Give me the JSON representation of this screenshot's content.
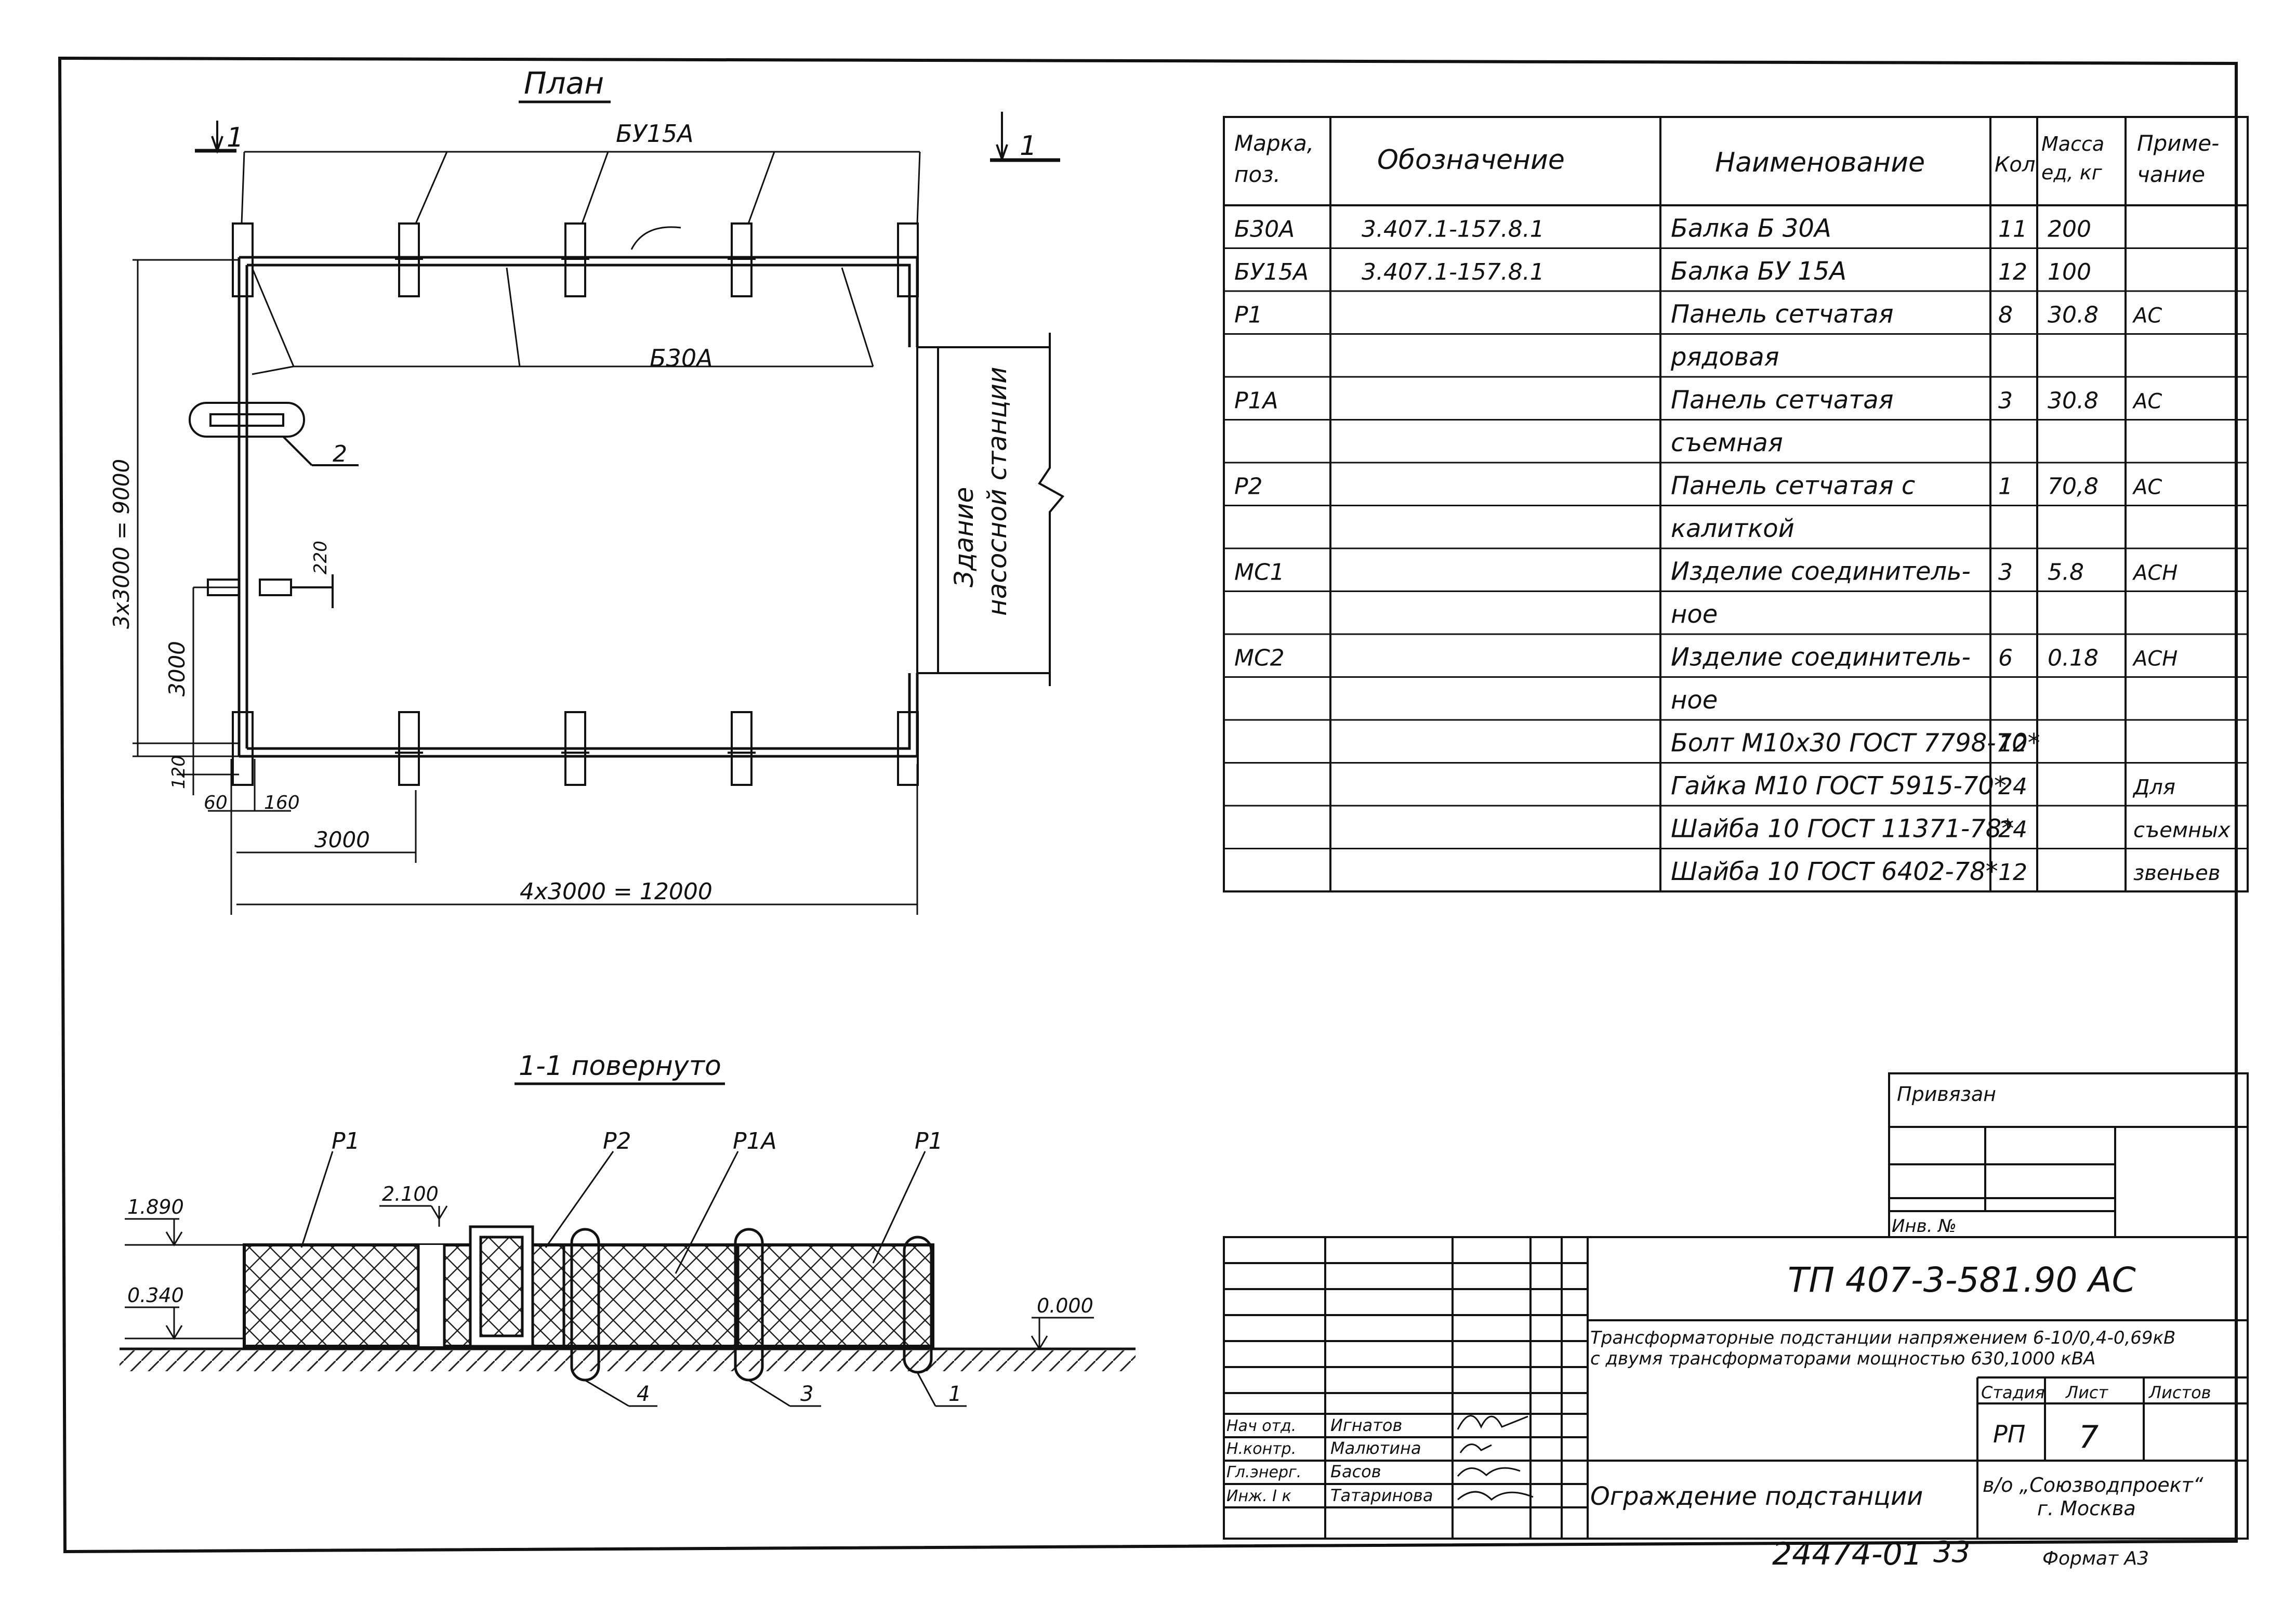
{
  "plan": {
    "title": "План",
    "section_mark": "1",
    "beam_label_top": "БУ15А",
    "beam_label_mid": "Б30А",
    "building_label_1": "Здание",
    "building_label_2": "насосной станции",
    "item_callout": "2",
    "dim_vertical_total": "3x3000 = 9000",
    "dim_vertical_part": "3000",
    "dim_220": "220",
    "dim_120": "120",
    "dim_60": "60",
    "dim_160": "160",
    "dim_3000": "3000",
    "dim_horizontal_total": "4x3000 = 12000"
  },
  "section": {
    "title": "1-1 повернуто",
    "label_p1_left": "Р1",
    "label_p2": "Р2",
    "label_p1a": "Р1А",
    "label_p1_right": "Р1",
    "elev_1890": "1.890",
    "elev_2100": "2.100",
    "elev_0340": "0.340",
    "elev_0000": "0.000",
    "callout_4": "4",
    "callout_3": "3",
    "callout_1": "1"
  },
  "spec_table": {
    "headers": [
      "Марка, поз.",
      "Обозначение",
      "Наименование",
      "Кол",
      "Масса ед, кг",
      "Приме- чание"
    ],
    "rows": [
      [
        "Б30А",
        "3.407.1-157.8.1",
        "Балка Б 30А",
        "11",
        "200",
        ""
      ],
      [
        "БУ15А",
        "3.407.1-157.8.1",
        "Балка БУ 15А",
        "12",
        "100",
        ""
      ],
      [
        "Р1",
        "",
        "Панель сетчатая",
        "8",
        "30.8",
        "АС"
      ],
      [
        "",
        "",
        "рядовая",
        "",
        "",
        ""
      ],
      [
        "Р1А",
        "",
        "Панель сетчатая",
        "3",
        "30.8",
        "АС"
      ],
      [
        "",
        "",
        "съемная",
        "",
        "",
        ""
      ],
      [
        "Р2",
        "",
        "Панель сетчатая с",
        "1",
        "70,8",
        "АС"
      ],
      [
        "",
        "",
        "калиткой",
        "",
        "",
        ""
      ],
      [
        "МС1",
        "",
        "Изделие соединитель-",
        "3",
        "5.8",
        "АСН"
      ],
      [
        "",
        "",
        "ное",
        "",
        "",
        ""
      ],
      [
        "МС2",
        "",
        "Изделие соединитель-",
        "6",
        "0.18",
        "АСН"
      ],
      [
        "",
        "",
        "ное",
        "",
        "",
        ""
      ],
      [
        "",
        "",
        "Болт М10х30 ГОСТ 7798-70*",
        "12",
        "",
        ""
      ],
      [
        "",
        "",
        "Гайка М10 ГОСТ 5915-70*",
        "24",
        "",
        "Для"
      ],
      [
        "",
        "",
        "Шайба 10 ГОСТ 11371-78*",
        "24",
        "",
        "съемных"
      ],
      [
        "",
        "",
        "Шайба 10 ГОСТ 6402-78*",
        "12",
        "",
        "звеньев"
      ]
    ]
  },
  "stamp": {
    "privyazan": "Привязан",
    "inv_no": "Инв. №",
    "code": "ТП 407-3-581.90 АС",
    "desc_1": "Трансформаторные подстанции напряжением 6-10/0,4-0,69кВ",
    "desc_2": "с двумя трансформаторами мощностью 630,1000 кВА",
    "stage_label": "Стадия",
    "sheet_label": "Лист",
    "sheets_label": "Листов",
    "stage": "РП",
    "sheet": "7",
    "sheet_name": "Ограждение подстанции",
    "org_1": "в/о „Союзводпроект“",
    "org_2": "г. Москва",
    "signers": [
      {
        "role": "Нач отд.",
        "name": "Игнатов"
      },
      {
        "role": "Н.контр.",
        "name": "Малютина"
      },
      {
        "role": "Гл.энерг.",
        "name": "Басов"
      },
      {
        "role": "Инж. I к",
        "name": "Татаринова"
      }
    ]
  },
  "footer": {
    "number": "24474-01",
    "page": "33",
    "format": "Формат А3"
  }
}
